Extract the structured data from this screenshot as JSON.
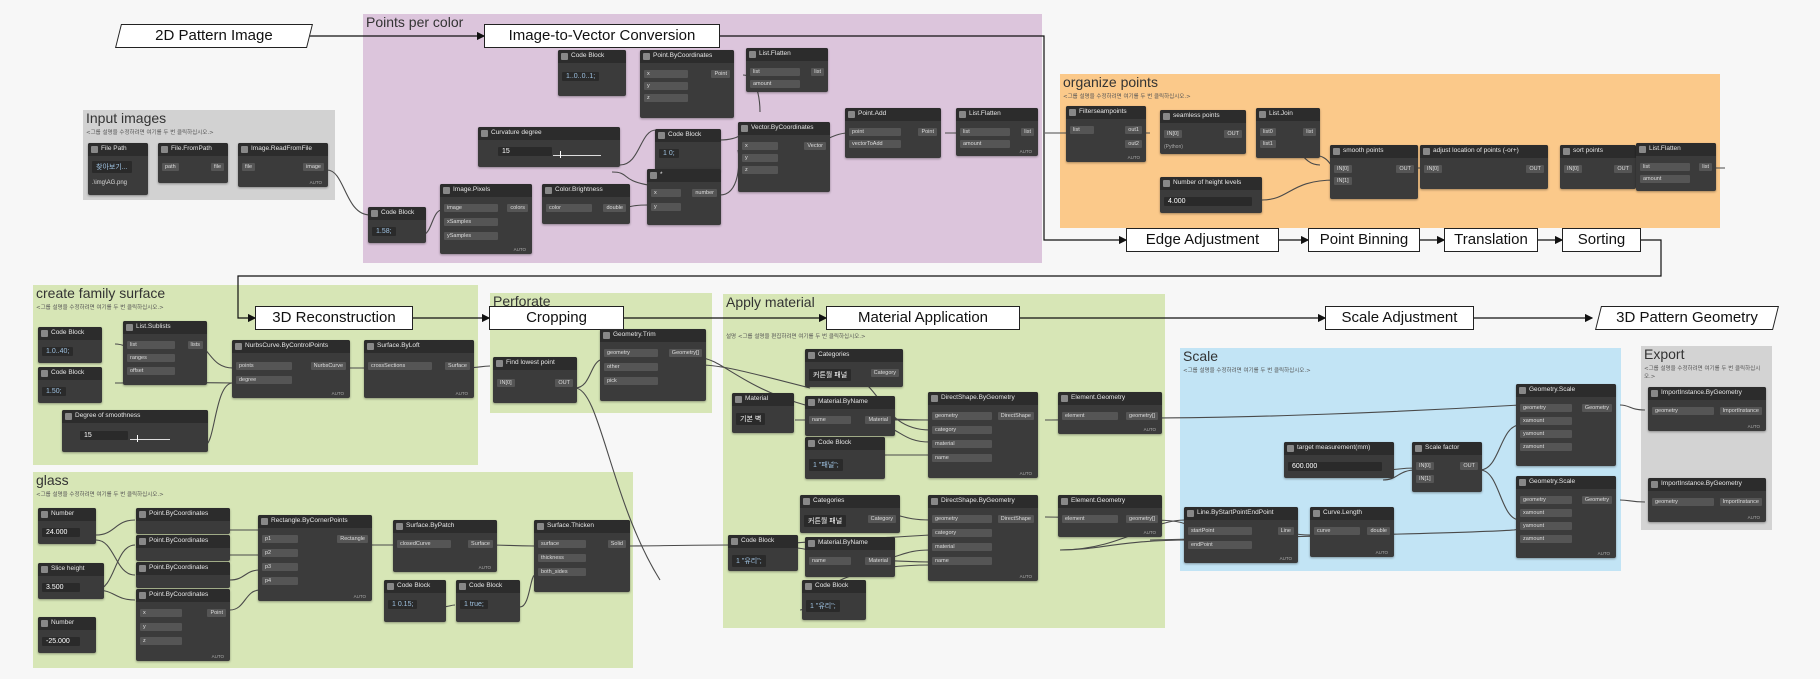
{
  "groups": {
    "input_images": {
      "title": "Input images",
      "sub": "<그룹 설명을 수정하려면 여기를 두 번 클릭하십시오.>",
      "color": "#d2d2d2"
    },
    "points_per_color": {
      "title": "Points per color",
      "sub": "",
      "color": "#dcc5dc"
    },
    "organize_points": {
      "title": "organize points",
      "sub": "<그룹 설명을 수정하려면 여기를 두 번 클릭하십시오.>",
      "color": "#fbc98a"
    },
    "create_family_surface": {
      "title": "create family surface",
      "sub": "<그룹 설명을 수정하려면 여기를 두 번 클릭하십시오.>",
      "color": "#d7e6b6"
    },
    "perforate": {
      "title": "Perforate",
      "sub": "",
      "color": "#d7e6b6"
    },
    "apply_material": {
      "title": "Apply material",
      "sub": "설명 <그룹 설명을 편집하려면 여기를 두 번 클릭하십시오.>",
      "color": "#d7e6b6"
    },
    "scale": {
      "title": "Scale",
      "sub": "<그룹 설명을 수정하려면 여기를 두 번 클릭하십시오.>",
      "color": "#c2e4f5"
    },
    "export": {
      "title": "Export",
      "sub": "<그룹 설명을 수정하려면 여기를 두 번 클릭하십시오.>",
      "color": "#d3d3d3"
    },
    "glass": {
      "title": "glass",
      "sub": "<그룹 설명을 수정하려면 여기를 두 번 클릭하십시오.>",
      "color": "#d7e6b6"
    }
  },
  "stages": {
    "pattern_image": "2D Pattern Image",
    "image_to_vector": "Image-to-Vector Conversion",
    "edge_adjustment": "Edge Adjustment",
    "point_binning": "Point Binning",
    "translation": "Translation",
    "sorting": "Sorting",
    "reconstruction": "3D Reconstruction",
    "cropping": "Cropping",
    "material_application": "Material Application",
    "scale_adjustment": "Scale Adjustment",
    "pattern_geometry": "3D Pattern Geometry"
  },
  "nodes": {
    "file_path": {
      "title": "File Path",
      "value": "찾아보기...",
      "path": ".\\img\\AG.png"
    },
    "file_from_path": {
      "title": "File.FromPath",
      "in": "path",
      "out": "file"
    },
    "image_read": {
      "title": "Image.ReadFromFile",
      "in": "file",
      "out": "image"
    },
    "code_block_1": {
      "title": "Code Block",
      "value": "1..0..0..1;"
    },
    "point_bycoords_1": {
      "title": "Point.ByCoordinates",
      "in1": "x",
      "in2": "y",
      "in3": "z",
      "out": "Point"
    },
    "list_flatten_1": {
      "title": "List.Flatten",
      "in1": "list",
      "in2": "amount",
      "out": "list"
    },
    "curvature_degree": {
      "title": "Curvature degree",
      "value": "15"
    },
    "code_block_2": {
      "title": "Code Block",
      "value": "1 0;"
    },
    "vector_bycoords": {
      "title": "Vector.ByCoordinates",
      "in1": "x",
      "in2": "y",
      "in3": "z",
      "out": "Vector"
    },
    "point_add": {
      "title": "Point.Add",
      "in1": "point",
      "in2": "vectorToAdd",
      "out": "Point"
    },
    "list_flatten_2": {
      "title": "List.Flatten",
      "in1": "list",
      "in2": "amount",
      "out": "list"
    },
    "code_block_3": {
      "title": "Code Block",
      "value": "1.58;"
    },
    "image_pixels": {
      "title": "Image.Pixels",
      "in1": "image",
      "in2": "xSamples",
      "in3": "ySamples",
      "out": "colors"
    },
    "color_brightness": {
      "title": "Color.Brightness",
      "in": "color",
      "out": "double"
    },
    "multiply": {
      "title": "*",
      "in1": "x",
      "in2": "y",
      "out": "number"
    },
    "filterseampoints": {
      "title": "Filterseampoints",
      "in": "list",
      "out1": "out1",
      "out2": "out2"
    },
    "seamless_points": {
      "title": "seamless points",
      "in": "IN[0]",
      "out": "OUT"
    },
    "list_join": {
      "title": "List.Join",
      "in1": "list0",
      "in2": "list1",
      "out": "list"
    },
    "smooth_points": {
      "title": "smooth points",
      "in1": "IN[0]",
      "in2": "IN[1]",
      "out": "OUT"
    },
    "adjust_location": {
      "title": "adjust location of points (-or+)",
      "in": "IN[0]",
      "out": "OUT"
    },
    "sort_points": {
      "title": "sort points",
      "in": "IN[0]",
      "out": "OUT"
    },
    "list_flatten_3": {
      "title": "List.Flatten",
      "in1": "list",
      "in2": "amount",
      "out": "list"
    },
    "height_levels": {
      "title": "Number of height levels",
      "value": "4.000"
    },
    "code_block_4": {
      "title": "Code Block",
      "value": "1.0..40;"
    },
    "code_block_5": {
      "title": "Code Block",
      "value": "1.50;"
    },
    "list_sublists": {
      "title": "List.Sublists",
      "in1": "list",
      "in2": "ranges",
      "in3": "offset",
      "out": "lists"
    },
    "nurbs_curve": {
      "title": "NurbsCurve.ByControlPoints",
      "in1": "points",
      "in2": "degree",
      "out": "NurbsCurve"
    },
    "surface_byloft": {
      "title": "Surface.ByLoft",
      "in": "crossSections",
      "out": "Surface"
    },
    "degree_smoothness": {
      "title": "Degree of smoothness",
      "value": "15"
    },
    "find_lowest_point": {
      "title": "Find lowest point",
      "in": "IN[0]",
      "out": "OUT"
    },
    "geometry_trim": {
      "title": "Geometry.Trim",
      "in1": "geometry",
      "in2": "other",
      "in3": "pick",
      "out": "Geometry[]"
    },
    "categories_1": {
      "title": "Categories",
      "value": "커튼월 패널",
      "out": "Category"
    },
    "material": {
      "title": "Material",
      "value": "기본 벽"
    },
    "material_byname_1": {
      "title": "Material.ByName",
      "in": "name",
      "out": "Material"
    },
    "code_block_6": {
      "title": "Code Block",
      "value": "1 \"패널\";"
    },
    "directshape_1": {
      "title": "DirectShape.ByGeometry",
      "in1": "geometry",
      "in2": "category",
      "in3": "material",
      "in4": "name",
      "out": "DirectShape"
    },
    "element_geometry_1": {
      "title": "Element.Geometry",
      "in": "element",
      "out": "geometry[]"
    },
    "categories_2": {
      "title": "Categories",
      "value": "커튼월 패널",
      "out": "Category"
    },
    "code_block_7": {
      "title": "Code Block",
      "value": "1 \"유리\";"
    },
    "material_byname_2": {
      "title": "Material.ByName",
      "in": "name",
      "out": "Material"
    },
    "code_block_8": {
      "title": "Code Block",
      "value": "1 \"유리\";"
    },
    "directshape_2": {
      "title": "DirectShape.ByGeometry",
      "in1": "geometry",
      "in2": "category",
      "in3": "material",
      "in4": "name",
      "out": "DirectShape"
    },
    "element_geometry_2": {
      "title": "Element.Geometry",
      "in": "element",
      "out": "geometry[]"
    },
    "target_measurement": {
      "title": "target measurement(mm)",
      "value": "600.000"
    },
    "scale_factor": {
      "title": "Scale factor",
      "in1": "IN[0]",
      "in2": "IN[1]",
      "out": "OUT"
    },
    "geometry_scale_1": {
      "title": "Geometry.Scale",
      "in1": "geometry",
      "in2": "xamount",
      "in3": "yamount",
      "in4": "zamount",
      "out": "Geometry"
    },
    "geometry_scale_2": {
      "title": "Geometry.Scale",
      "in1": "geometry",
      "in2": "xamount",
      "in3": "yamount",
      "in4": "zamount",
      "out": "Geometry"
    },
    "line_bystartend": {
      "title": "Line.ByStartPointEndPoint",
      "in1": "startPoint",
      "in2": "endPoint",
      "out": "Line"
    },
    "curve_length": {
      "title": "Curve.Length",
      "in": "curve",
      "out": "double"
    },
    "import_instance_1": {
      "title": "ImportInstance.ByGeometry",
      "in": "geometry",
      "out": "ImportInstance"
    },
    "import_instance_2": {
      "title": "ImportInstance.ByGeometry",
      "in": "geometry",
      "out": "ImportInstance"
    },
    "number_1": {
      "title": "Number",
      "value": "24.000"
    },
    "slice_height": {
      "title": "Slice height",
      "value": "3.500"
    },
    "number_2": {
      "title": "Number",
      "value": "-25.000"
    },
    "point_bycoords_g1": {
      "title": "Point.ByCoordinates"
    },
    "point_bycoords_g2": {
      "title": "Point.ByCoordinates"
    },
    "point_bycoords_g3": {
      "title": "Point.ByCoordinates"
    },
    "point_bycoords_g4": {
      "title": "Point.ByCoordinates",
      "in1": "x",
      "in2": "y",
      "in3": "z",
      "out": "Point"
    },
    "rectangle": {
      "title": "Rectangle.ByCornerPoints",
      "in1": "p1",
      "in2": "p2",
      "in3": "p3",
      "in4": "p4",
      "out": "Rectangle"
    },
    "surface_bypatch": {
      "title": "Surface.ByPatch",
      "in": "closedCurve",
      "out": "Surface"
    },
    "code_block_9": {
      "title": "Code Block",
      "value": "1 0.15;"
    },
    "code_block_10": {
      "title": "Code Block",
      "value": "1 true;"
    },
    "surface_thicken": {
      "title": "Surface.Thicken",
      "in1": "surface",
      "in2": "thickness",
      "in3": "both_sides",
      "out": "Solid"
    }
  },
  "labels": {
    "auto": "AUTO",
    "python": "(Python)"
  }
}
